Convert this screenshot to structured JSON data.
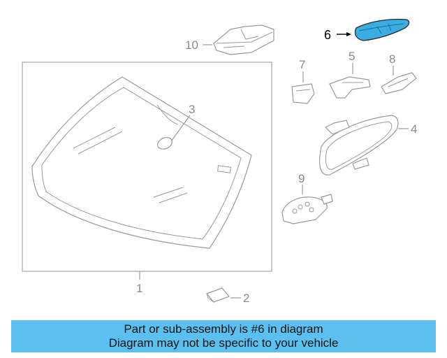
{
  "callouts": [
    {
      "id": "1",
      "label": "1"
    },
    {
      "id": "2",
      "label": "2"
    },
    {
      "id": "3",
      "label": "3"
    },
    {
      "id": "4",
      "label": "4"
    },
    {
      "id": "5",
      "label": "5"
    },
    {
      "id": "6",
      "label": "6"
    },
    {
      "id": "7",
      "label": "7"
    },
    {
      "id": "8",
      "label": "8"
    },
    {
      "id": "9",
      "label": "9"
    },
    {
      "id": "10",
      "label": "10"
    }
  ],
  "highlighted_part": "6",
  "colors": {
    "highlight": "#3aaee0",
    "banner": "#5bc0f0",
    "line": "#9a9a9a"
  },
  "banner": {
    "line1": "Part or sub-assembly is #6 in diagram",
    "line2": "Diagram may not be specific to your vehicle"
  }
}
